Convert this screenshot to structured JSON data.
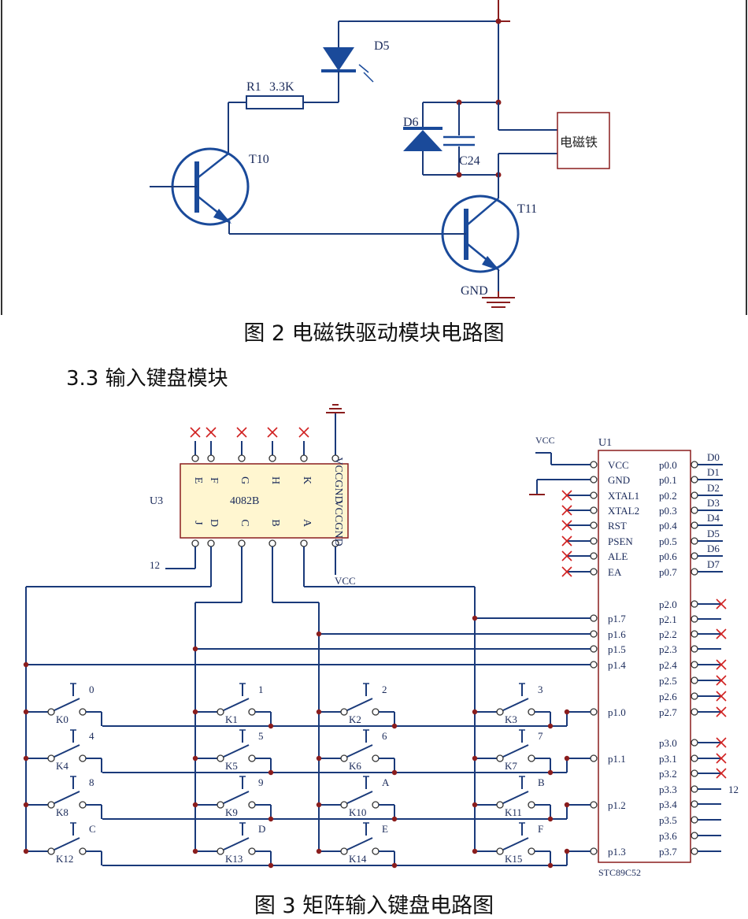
{
  "fig2": {
    "caption": "图 2 电磁铁驱动模块电路图",
    "labels": {
      "d5": "D5",
      "r1": "R1",
      "r1_value": "3.3K",
      "d6": "D6",
      "c24": "C24",
      "t10": "T10",
      "t11": "T11",
      "gnd": "GND",
      "coil": "电磁铁"
    }
  },
  "section_title": "3.3 输入键盘模块",
  "fig3": {
    "caption": "图 3 矩阵输入键盘电路图",
    "u3": {
      "ref": "U3",
      "part": "4082B",
      "top_pins": [
        "E",
        "F",
        "G",
        "H",
        "K",
        "VCCGND"
      ],
      "bottom_pins": [
        "J",
        "D",
        "C",
        "B",
        "A",
        "VCCGND"
      ],
      "pin12": "12",
      "vcc": "VCC"
    },
    "u1": {
      "ref": "U1",
      "part": "STC89C52",
      "vcc_label": "VCC",
      "left_pins": [
        "VCC",
        "GND",
        "XTAL1",
        "XTAL2",
        "RST",
        "PSEN",
        "ALE",
        "EA",
        "p1.7",
        "p1.6",
        "p1.5",
        "p1.4",
        "p1.0",
        "p1.1",
        "p1.2",
        "p1.3"
      ],
      "right_pins": [
        "p0.0",
        "p0.1",
        "p0.2",
        "p0.3",
        "p0.4",
        "p0.5",
        "p0.6",
        "p0.7",
        "p2.0",
        "p2.1",
        "p2.2",
        "p2.3",
        "p2.4",
        "p2.5",
        "p2.6",
        "p2.7",
        "p3.0",
        "p3.1",
        "p3.2",
        "p3.3",
        "p3.4",
        "p3.5",
        "p3.6",
        "p3.7"
      ],
      "data_labels": [
        "D0",
        "D1",
        "D2",
        "D3",
        "D4",
        "D5",
        "D6",
        "D7"
      ],
      "p33_label": "12"
    },
    "keys": [
      {
        "ref": "K0",
        "value": "0"
      },
      {
        "ref": "K1",
        "value": "1"
      },
      {
        "ref": "K2",
        "value": "2"
      },
      {
        "ref": "K3",
        "value": "3"
      },
      {
        "ref": "K4",
        "value": "4"
      },
      {
        "ref": "K5",
        "value": "5"
      },
      {
        "ref": "K6",
        "value": "6"
      },
      {
        "ref": "K7",
        "value": "7"
      },
      {
        "ref": "K8",
        "value": "8"
      },
      {
        "ref": "K9",
        "value": "9"
      },
      {
        "ref": "K10",
        "value": "A"
      },
      {
        "ref": "K11",
        "value": "B"
      },
      {
        "ref": "K12",
        "value": "C"
      },
      {
        "ref": "K13",
        "value": "D"
      },
      {
        "ref": "K14",
        "value": "E"
      },
      {
        "ref": "K15",
        "value": "F"
      }
    ]
  }
}
